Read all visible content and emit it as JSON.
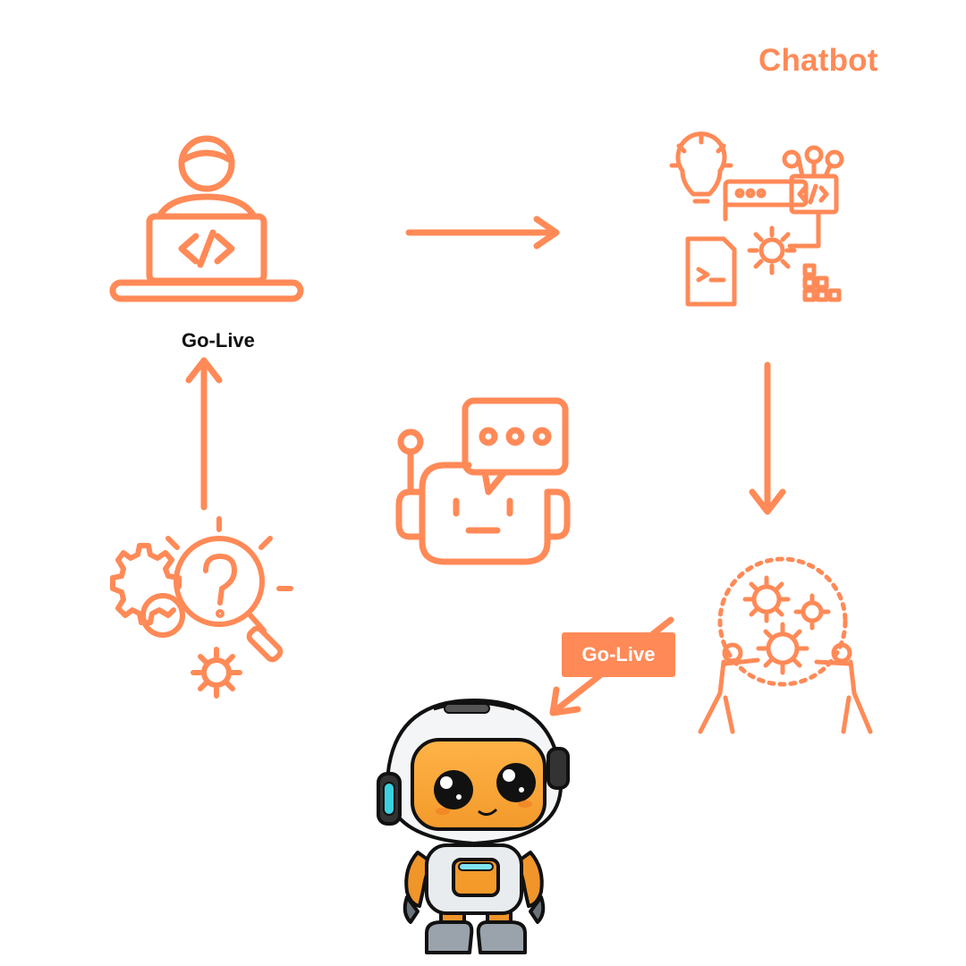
{
  "title": "Chatbot",
  "labels": {
    "developer_label": "Go-Live",
    "badge_label": "Go-Live"
  },
  "colors": {
    "accent": "#FF8A57",
    "text": "#111111",
    "background": "#FFFFFF"
  },
  "icons": [
    "developer-laptop-icon",
    "development-tools-icon",
    "teamwork-gears-icon",
    "gear-search-question-icon",
    "chatbot-icon",
    "robot-mascot-illustration"
  ]
}
